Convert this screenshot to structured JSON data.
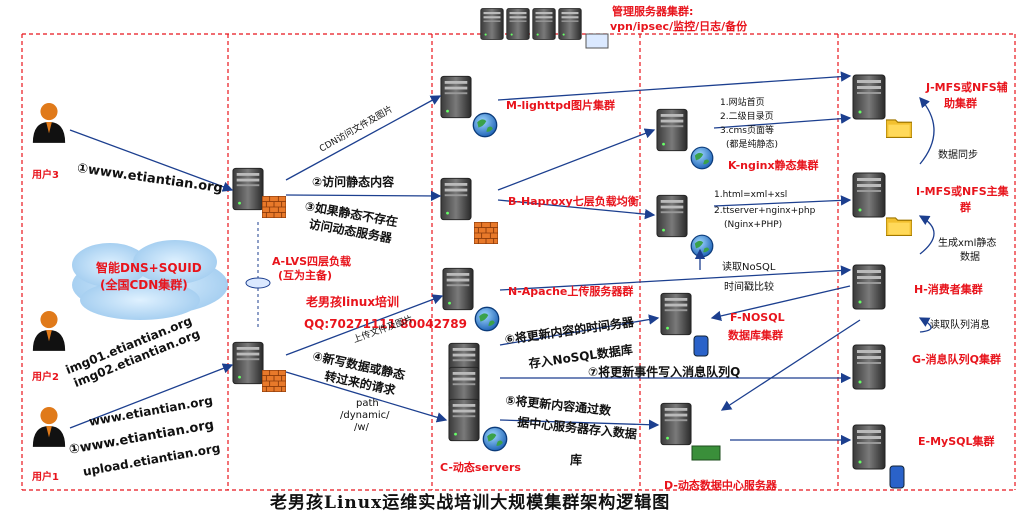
{
  "mgmt": {
    "title": "管理服务器集群:",
    "subtitle": "vpn/ipsec/监控/日志/备份"
  },
  "users": {
    "u3": "用户3",
    "u2": "用户2",
    "u1": "用户1"
  },
  "dns_cloud": {
    "line1": "智能DNS+SQUID",
    "line2": "(全国CDN集群)"
  },
  "domains": {
    "d1": "①www.etiantian.org",
    "d2a": "img01.etiantian.org",
    "d2b": "img02.etiantian.org",
    "d3a": "www.etiantian.org",
    "d3b": "①www.etiantian.org",
    "d3c": "upload.etiantian.org"
  },
  "lvs": {
    "line1": "A-LVS四层负载",
    "line2": "(互为主备)"
  },
  "watermark": {
    "line1": "老男孩linux培训",
    "line2": "QQ:70271111 80042789"
  },
  "steps": {
    "cdn": "CDN访问文件及图片",
    "s2": "②访问静态内容",
    "s3a": "③如果静态不存在",
    "s3b": "访问动态服务器",
    "upload": "上传文件及图片",
    "s4a": "④新写数据或静态",
    "s4b": "转过来的请求",
    "path1": "path",
    "path2": "/dynamic/",
    "path3": "/w/",
    "s6a": "⑥将更新内容的时间务器",
    "s6b": "存入NoSQL数据库",
    "s7": "⑦将更新事件写入消息队列Q",
    "s5a": "⑤将更新内容通过数",
    "s5b": "据中心服务器存入数据",
    "s5c": "库"
  },
  "clusters": {
    "m": "M-lighttpd图片集群",
    "b": "B-Haproxy七层负载均衡",
    "n": "N-Apache上传服务器群",
    "c": "C-动态servers",
    "k": "K-nginx静态集群",
    "f1": "F-NOSQL",
    "f2": "数据库集群",
    "d": "D-动态数据中心服务器",
    "j1": "J-MFS或NFS辅",
    "j2": "助集群",
    "i1": "I-MFS或NFS主集",
    "i2": "群",
    "h": "H-消费者集群",
    "g": "G-消息队列Q集群",
    "e": "E-MySQL集群"
  },
  "notes": {
    "k1": "1.网站首页",
    "k2": "2.二级目录页",
    "k3": "3.cms页面等",
    "k4": "(都是纯静态)",
    "x1": "1.html=xml+xsl",
    "x2": "2.ttserver+nginx+php",
    "x3": "(Nginx+PHP)",
    "nosql1": "读取NoSQL",
    "nosql2": "时间戳比较",
    "sync": "数据同步",
    "gen1": "生成xml静态",
    "gen2": "数据",
    "queue": "读取队列消息"
  },
  "footer": "老男孩Linux运维实战培训大规模集群架构逻辑图",
  "colors": {
    "accent": "#e8141c",
    "arrow": "#1c3f8f",
    "dash": "#e8141c"
  }
}
